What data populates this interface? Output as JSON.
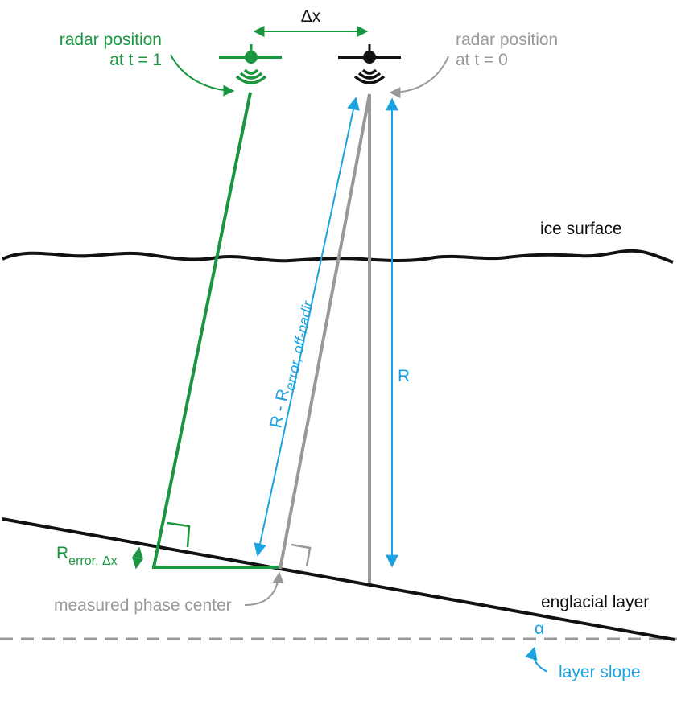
{
  "labels": {
    "delta_x": "Δx",
    "radar_t1_line1": "radar position",
    "radar_t1_line2": "at t = 1",
    "radar_t0_line1": "radar position",
    "radar_t0_line2": "at t = 0",
    "ice_surface": "ice surface",
    "range": "R",
    "range_minus_base": "R - R",
    "range_minus_sub": "error, off-nadir",
    "error_dx_base": "R",
    "error_dx_sub": "error, Δx",
    "measured_phase_center": "measured phase center",
    "englacial_layer": "englacial layer",
    "alpha": "α",
    "layer_slope": "layer slope"
  },
  "colors": {
    "green": "#1a9641",
    "gray": "#999999",
    "blue": "#1aa3e0",
    "black": "#111111"
  },
  "icons": [
    "aircraft-icon",
    "radar-waves-icon"
  ]
}
